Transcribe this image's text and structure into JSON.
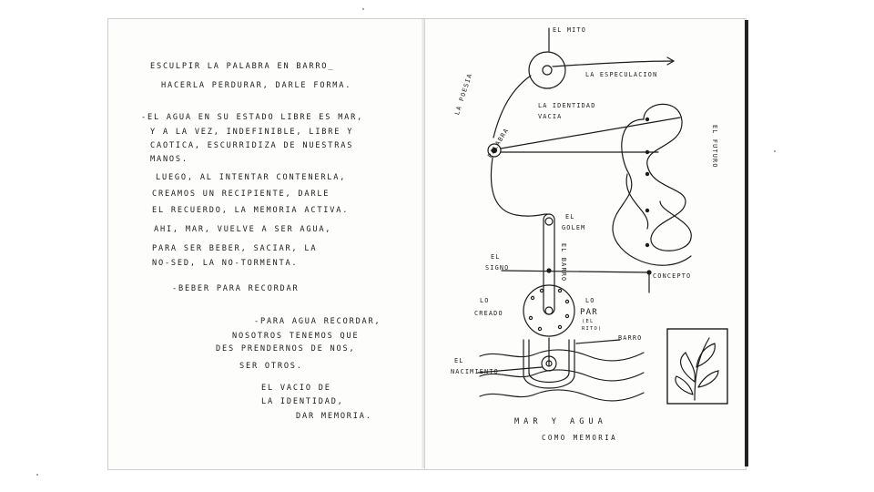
{
  "left_page": {
    "lines": [
      "ESCULPIR LA PALABRA EN BARRO_",
      "HACERLA PERDURAR, DARLE FORMA.",
      "-EL AGUA EN SU ESTADO LIBRE ES MAR,",
      "Y A LA VEZ, INDEFINIBLE, LIBRE Y",
      "CAOTICA, ESCURRIDIZA DE NUESTRAS",
      "MANOS.",
      "LUEGO, AL INTENTAR CONTENERLA,",
      "CREAMOS UN RECIPIENTE, DARLE",
      "EL RECUERDO, LA MEMORIA ACTIVA.",
      "AHI, MAR, VUELVE A SER AGUA,",
      "PARA SER BEBER, SACIAR, LA",
      "NO-SED, LA NO-TORMENTA.",
      "-BEBER PARA RECORDAR",
      "-PARA AGUA RECORDAR,",
      "NOSOTROS TENEMOS QUE",
      "DES PRENDERNOS DE NOS,",
      "SER OTROS.",
      "EL VACIO DE",
      "LA IDENTIDAD,",
      "DAR MEMORIA."
    ]
  },
  "right_page": {
    "labels": {
      "el_mito": "EL MITO",
      "la_especulacion": "LA ESPECULACION",
      "la_identidad_vacia_1": "LA IDENTIDAD",
      "la_identidad_vacia_2": "VACIA",
      "la_poesia": "LA POESIA",
      "palabra": "PALABRA",
      "el_futuro": "EL FUTURO",
      "el_golem_1": "EL",
      "el_golem_2": "GOLEM",
      "el_barro": "EL BARRO",
      "el_signo_1": "EL",
      "el_signo_2": "SIGNO",
      "concepto": "CONCEPTO",
      "lo_creado_1": "LO",
      "lo_creado_2": "CREADO",
      "lo_par_1": "LO",
      "lo_par_2": "PAR",
      "el_rito_1": "(EL",
      "el_rito_2": "RITO)",
      "barro": "BARRO",
      "el_nacimiento_1": "EL",
      "el_nacimiento_2": "NACIMIENTO",
      "caption_1": "MAR Y AGUA",
      "caption_2": "COMO MEMORIA"
    }
  },
  "colors": {
    "ink": "#1c1c1c",
    "paper": "#fdfdfc"
  }
}
